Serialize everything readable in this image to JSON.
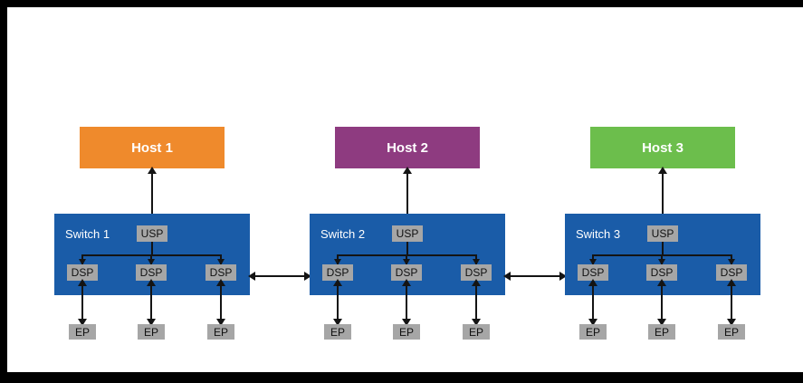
{
  "colors": {
    "frame": "#000000",
    "slide_background": "#ffffff",
    "switch": "#1A5CA8",
    "port": "#A6A6A6",
    "line": "#141414"
  },
  "hosts": [
    {
      "label": "Host 1",
      "color": "#EF8A2C"
    },
    {
      "label": "Host 2",
      "color": "#8E3B80"
    },
    {
      "label": "Host 3",
      "color": "#6CBE4C"
    }
  ],
  "switches": [
    {
      "label": "Switch 1",
      "usp": "USP",
      "dsps": [
        "DSP",
        "DSP",
        "DSP"
      ],
      "eps": [
        "EP",
        "EP",
        "EP"
      ]
    },
    {
      "label": "Switch 2",
      "usp": "USP",
      "dsps": [
        "DSP",
        "DSP",
        "DSP"
      ],
      "eps": [
        "EP",
        "EP",
        "EP"
      ]
    },
    {
      "label": "Switch 3",
      "usp": "USP",
      "dsps": [
        "DSP",
        "DSP",
        "DSP"
      ],
      "eps": [
        "EP",
        "EP",
        "EP"
      ]
    }
  ]
}
